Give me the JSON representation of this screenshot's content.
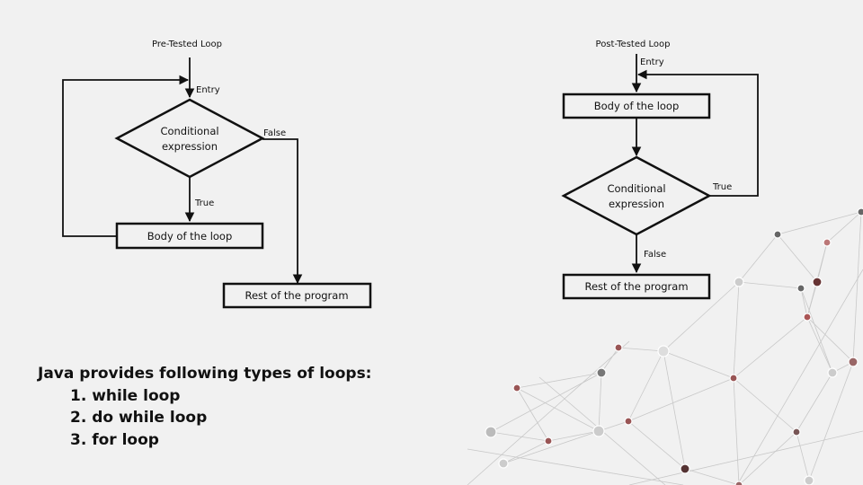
{
  "pre_tested": {
    "title": "Pre-Tested Loop",
    "entry": "Entry",
    "condition_line1": "Conditional",
    "condition_line2": "expression",
    "false_label": "False",
    "true_label": "True",
    "body": "Body of the loop",
    "rest": "Rest of the program"
  },
  "post_tested": {
    "title": "Post-Tested Loop",
    "entry": "Entry",
    "body": "Body of the loop",
    "condition_line1": "Conditional",
    "condition_line2": "expression",
    "true_label": "True",
    "false_label": "False",
    "rest": "Rest of the program"
  },
  "loops": {
    "heading": "Java provides following types of loops:",
    "items": [
      "1. while loop",
      "2. do while loop",
      "3. for loop"
    ]
  },
  "colors": {
    "background": "#f1f1f1",
    "stroke": "#111111",
    "network_line": "#c8c8c8"
  }
}
